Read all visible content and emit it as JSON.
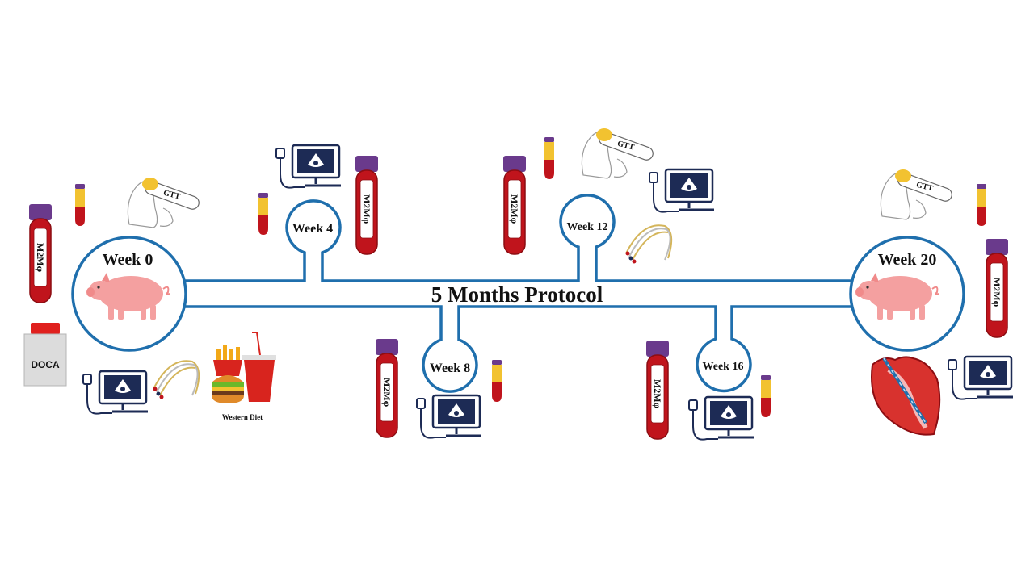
{
  "title": "5 Months Protocol",
  "nodes": [
    {
      "id": "w0",
      "label": "Week 0"
    },
    {
      "id": "w4",
      "label": "Week 4"
    },
    {
      "id": "w8",
      "label": "Week 8"
    },
    {
      "id": "w12",
      "label": "Week 12"
    },
    {
      "id": "w16",
      "label": "Week 16"
    },
    {
      "id": "w20",
      "label": "Week 20"
    }
  ],
  "labels": {
    "tube": "M2Mφ",
    "gtt": "GTT",
    "doca": "DOCA",
    "diet": "Western Diet"
  },
  "colors": {
    "line": "#1f6fad",
    "pig": "#f4a0a0",
    "blood": "#c0141c",
    "cap": "#6a3a8c",
    "serum": "#f2c230",
    "monitor": "#1d2b55"
  }
}
